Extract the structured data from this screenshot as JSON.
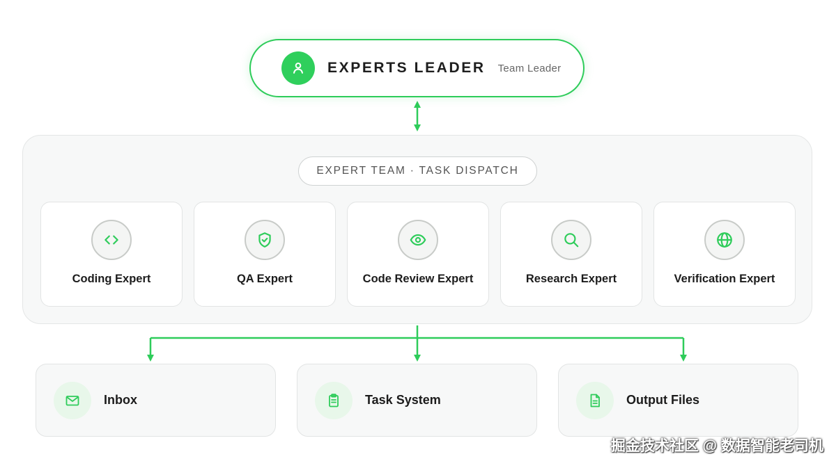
{
  "leader": {
    "title": "EXPERTS LEADER",
    "role": "Team Leader",
    "icon": "user-icon"
  },
  "team": {
    "dispatch_label": "EXPERT TEAM · TASK DISPATCH",
    "experts": [
      {
        "label": "Coding Expert",
        "icon": "code-icon"
      },
      {
        "label": "QA Expert",
        "icon": "shield-check-icon"
      },
      {
        "label": "Code Review Expert",
        "icon": "eye-icon"
      },
      {
        "label": "Research Expert",
        "icon": "search-icon"
      },
      {
        "label": "Verification Expert",
        "icon": "globe-icon"
      }
    ]
  },
  "outputs": [
    {
      "label": "Inbox",
      "icon": "mail-icon"
    },
    {
      "label": "Task System",
      "icon": "clipboard-icon"
    },
    {
      "label": "Output Files",
      "icon": "file-icon"
    }
  ],
  "watermark": "掘金技术社区 @ 数据智能老司机",
  "colors": {
    "accent": "#2ecc5a",
    "panel_background": "#f7f8f8",
    "icon_stroke": "#2ecc5a"
  }
}
